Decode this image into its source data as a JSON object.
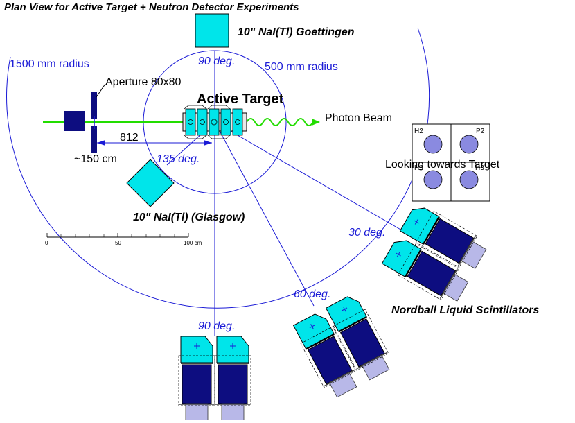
{
  "title": "Plan View for Active Target + Neutron Detector Experiments",
  "labels": {
    "nai_goettingen": "10\" NaI(Tl) Goettingen",
    "nai_glasgow": "10\" NaI(Tl) (Glasgow)",
    "radius_1500": "1500 mm radius",
    "radius_500": "500 mm radius",
    "aperture": "Aperture 80x80",
    "active_target": "Active Target",
    "photon_beam": "Photon Beam",
    "dist_812": "812",
    "dist_150": "~150 cm",
    "looking": "Looking towards Target",
    "nordball": "Nordball Liquid Scintillators"
  },
  "angles": {
    "a90_top": "90 deg.",
    "a135": "135 deg.",
    "a30": "30 deg.",
    "a60": "60 deg.",
    "a90_bottom": "90 deg."
  },
  "scale": {
    "t0": "0",
    "t50": "50",
    "t100": "100 cm"
  },
  "view": {
    "h2": "H2",
    "p2": "P2",
    "h3": "H3",
    "h3b": "H3"
  },
  "colors": {
    "blue_line": "#1a1ad6",
    "cyan": "#00e5ea",
    "navy": "#0d0d80",
    "beam_green": "#22dd00",
    "lavender": "#b8b8e8",
    "disk": "#8a8ae0"
  }
}
